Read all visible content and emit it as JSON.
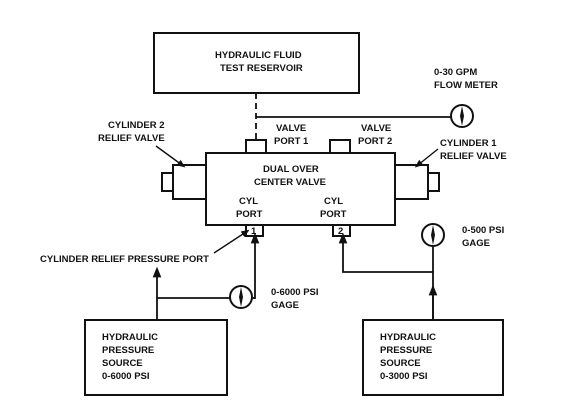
{
  "reservoir": {
    "line1": "HYDRAULIC FLUID",
    "line2": "TEST RESERVOIR"
  },
  "flow_meter": {
    "line1": "0-30 GPM",
    "line2": "FLOW METER"
  },
  "cyl2_relief": {
    "line1": "CYLINDER 2",
    "line2": "RELIEF VALVE"
  },
  "cyl1_relief": {
    "line1": "CYLINDER 1",
    "line2": "RELIEF VALVE"
  },
  "valve_port1": {
    "line1": "VALVE",
    "line2": "PORT 1"
  },
  "valve_port2": {
    "line1": "VALVE",
    "line2": "PORT 2"
  },
  "dual_valve": {
    "line1": "DUAL OVER",
    "line2": "CENTER VALVE"
  },
  "cyl_port_left": {
    "line1": "CYL",
    "line2": "PORT",
    "num": "1"
  },
  "cyl_port_right": {
    "line1": "CYL",
    "line2": "PORT",
    "num": "2"
  },
  "relief_port_label": "CYLINDER RELIEF PRESSURE PORT",
  "gage_6000": {
    "line1": "0-6000 PSI",
    "line2": "GAGE"
  },
  "gage_500": {
    "line1": "0-500 PSI",
    "line2": "GAGE"
  },
  "source_left": {
    "line1": "HYDRAULIC",
    "line2": "PRESSURE",
    "line3": "SOURCE",
    "line4": "0-6000 PSI"
  },
  "source_right": {
    "line1": "HYDRAULIC",
    "line2": "PRESSURE",
    "line3": "SOURCE",
    "line4": "0-3000 PSI"
  }
}
